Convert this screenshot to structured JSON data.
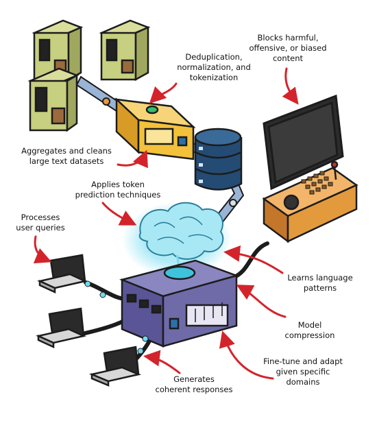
{
  "labels": {
    "dedup": "Deduplication,\nnormalization, and\ntokenization",
    "blocks": "Blocks harmful,\noffensive, or biased\ncontent",
    "aggregates": "Aggregates and cleans\nlarge text datasets",
    "token": "Applies token\nprediction techniques",
    "queries": "Processes\nuser queries",
    "learns": "Learns language\npatterns",
    "compression": "Model\ncompression",
    "finetune": "Fine-tune and adapt\ngiven specific\ndomains",
    "generates": "Generates\ncoherent responses"
  },
  "colors": {
    "outline": "#1c1c1c",
    "server_green": "#c7cf80",
    "processor_yellow": "#f3c13a",
    "database_blue": "#244b73",
    "console_orange": "#e39a3d",
    "model_box_purple": "#6f6aa8",
    "brain_glow": "#5fd3ec",
    "arrow_red": "#d3242b",
    "pipe": "#9ab4d6"
  }
}
